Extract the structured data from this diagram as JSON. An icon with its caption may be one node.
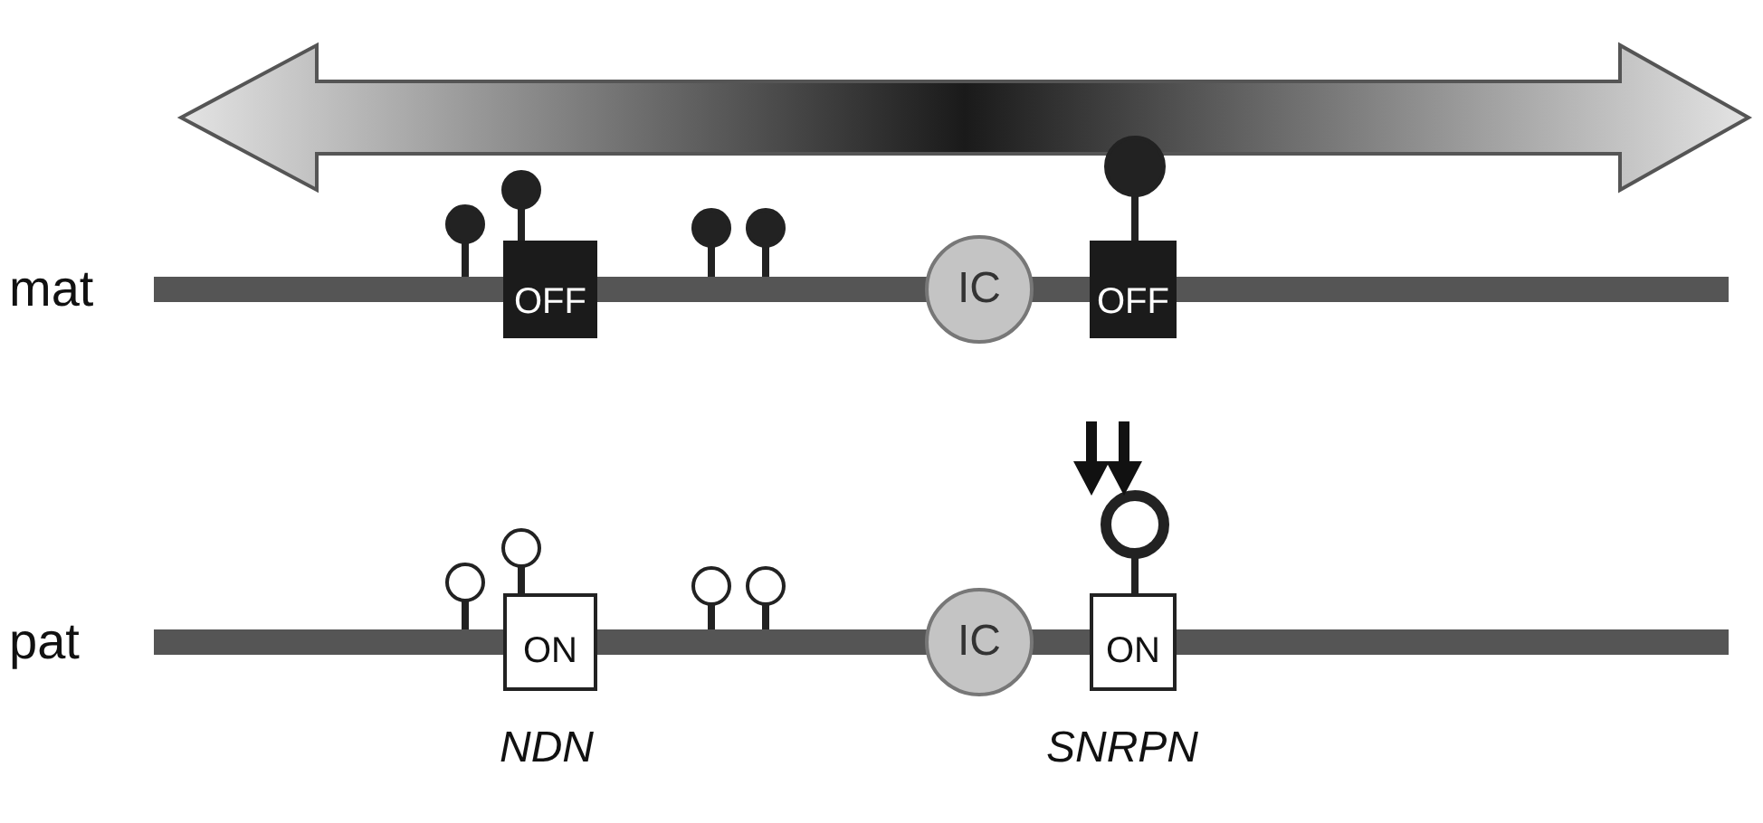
{
  "diagram": {
    "nodes": [
      {
        "text": [
          "OFF"
        ]
      },
      {
        "text": [
          "IC"
        ]
      },
      {
        "text": [
          "OFF"
        ]
      },
      {
        "text": [
          "ON"
        ]
      },
      {
        "text": [
          "IC"
        ]
      },
      {
        "text": [
          "ON"
        ]
      },
      {
        "text": [],
        "shape": "bar"
      },
      {
        "text": [],
        "shape": "bar"
      }
    ],
    "labels": [
      "mat",
      "pat",
      "NDN",
      "SNRPN"
    ]
  }
}
